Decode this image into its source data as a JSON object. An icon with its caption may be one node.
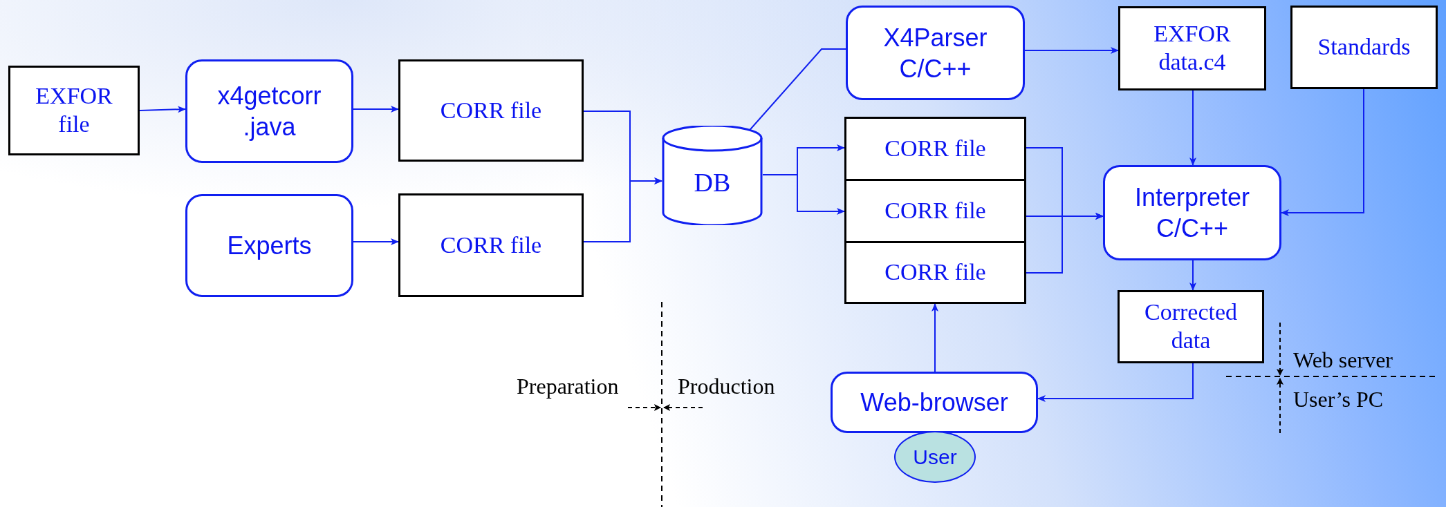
{
  "diagram": {
    "nodes": [
      {
        "text": [
          "EXFOR file"
        ]
      },
      {
        "text": [
          "x4getcorr .java"
        ]
      },
      {
        "text": [
          "CORR file"
        ]
      },
      {
        "text": [
          "Experts"
        ]
      },
      {
        "text": [
          "CORR file"
        ]
      },
      {
        "text": [
          "DB"
        ]
      },
      {
        "text": [
          "X4Parser C/C++"
        ]
      },
      {
        "text": [
          "EXFOR data.c4"
        ]
      },
      {
        "text": [
          "Standards"
        ]
      },
      {
        "text": [
          "CORR file"
        ]
      },
      {
        "text": [
          "CORR file"
        ]
      },
      {
        "text": [
          "CORR file"
        ]
      },
      {
        "text": [
          "Interpreter C/C++"
        ]
      },
      {
        "text": [
          "Corrected data"
        ]
      },
      {
        "text": [
          "Web-browser"
        ]
      },
      {
        "text": [
          "User"
        ]
      }
    ],
    "edges": [
      {
        "from": 0,
        "to": 1,
        "arrow": "to"
      },
      {
        "from": 1,
        "to": 2,
        "arrow": "to"
      },
      {
        "from": 3,
        "to": 4,
        "arrow": "to"
      },
      {
        "from": 2,
        "to": 5,
        "arrow": "to"
      },
      {
        "from": 4,
        "to": 5,
        "arrow": "to"
      },
      {
        "from": 5,
        "to": 6,
        "arrow": "none"
      },
      {
        "from": 6,
        "to": 7,
        "arrow": "to"
      },
      {
        "from": 5,
        "to": 9,
        "arrow": "to"
      },
      {
        "from": 5,
        "to": 10,
        "arrow": "to"
      },
      {
        "from": 9,
        "to": 12,
        "arrow": "to"
      },
      {
        "from": 10,
        "to": 12,
        "arrow": "to"
      },
      {
        "from": 11,
        "to": 12,
        "arrow": "to"
      },
      {
        "from": 7,
        "to": 12,
        "arrow": "to"
      },
      {
        "from": 8,
        "to": 12,
        "arrow": "to"
      },
      {
        "from": 12,
        "to": 13,
        "arrow": "to"
      },
      {
        "from": 13,
        "to": 14,
        "arrow": "to"
      },
      {
        "from": 14,
        "to": 11,
        "arrow": "to"
      }
    ],
    "labels": [
      "Preparation",
      "Production",
      "Web server",
      "User’s PC"
    ]
  }
}
